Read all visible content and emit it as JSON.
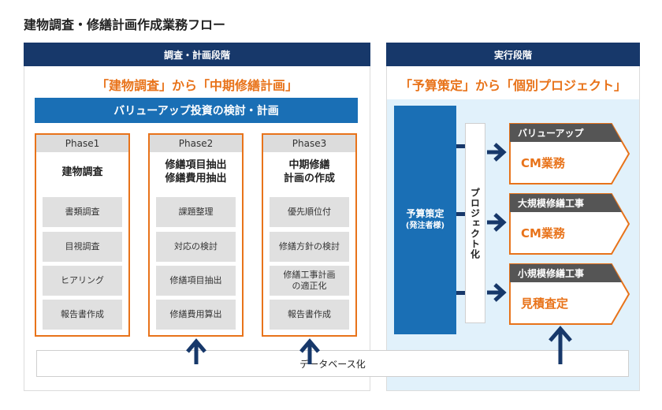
{
  "page_title": "建物調査・修繕計画作成業務フロー",
  "survey_panel": {
    "header": "調査・計画段階",
    "subtitle": "「建物調査」から「中期修繕計画」",
    "banner": "バリューアップ投資の検討・計画",
    "phases": [
      {
        "label": "Phase1",
        "title": "建物調査",
        "steps": [
          "書類調査",
          "目視調査",
          "ヒアリング",
          "報告書作成"
        ]
      },
      {
        "label": "Phase2",
        "title": "修繕項目抽出\n修繕費用抽出",
        "steps": [
          "課題整理",
          "対応の検討",
          "修繕項目抽出",
          "修繕費用算出"
        ]
      },
      {
        "label": "Phase3",
        "title": "中期修繕\n計画の作成",
        "steps": [
          "優先順位付",
          "修繕方針の検討",
          "修繕工事計画\nの適正化",
          "報告書作成"
        ]
      }
    ]
  },
  "exec_panel": {
    "header": "実行段階",
    "subtitle": "「予算策定」から「個別プロジェクト」",
    "budget_title": "予算策定",
    "budget_sub": "(発注者様)",
    "projectize": "プロジェクト化",
    "cards": [
      {
        "tag": "バリューアップ",
        "body": "CM業務"
      },
      {
        "tag": "大規模修繕工事",
        "body": "CM業務"
      },
      {
        "tag": "小規模修繕工事",
        "body": "見積査定"
      }
    ]
  },
  "database_label": "データベース化",
  "colors": {
    "navy": "#17386a",
    "blue": "#1a6fb5",
    "orange": "#e8731a",
    "dark_gray": "#555555",
    "light_blue": "#e1f1fb"
  },
  "icons": {
    "up_arrow": "arrow-up-icon",
    "right_arrow": "arrow-right-icon"
  }
}
